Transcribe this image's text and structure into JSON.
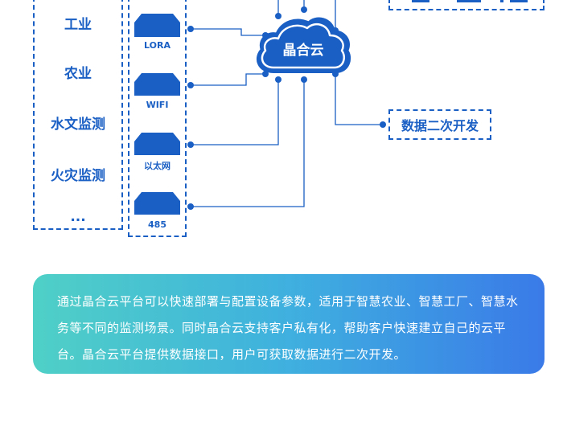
{
  "applications": {
    "items": [
      "工业",
      "农业",
      "水文监测",
      "火灾监测",
      "..."
    ]
  },
  "devices": {
    "items": [
      {
        "label": "LORA",
        "icon": "gateway-icon"
      },
      {
        "label": "WIFI",
        "icon": "gateway-icon"
      },
      {
        "label": "以太网",
        "icon": "gateway-icon"
      },
      {
        "label": "485",
        "icon": "gateway-icon"
      }
    ]
  },
  "cloud": {
    "label": "晶合云"
  },
  "sdk": {
    "label": "数据二次开发"
  },
  "description": {
    "text": "通过晶合云平台可以快速部署与配置设备参数，适用于智慧农业、智慧工厂、智慧水务等不同的监测场景。同时晶合云支持客户私有化，帮助客户快速建立自己的云平台。晶合云平台提供数据接口，用户可获取数据进行二次开发。"
  },
  "colors": {
    "primary": "#1a5fc4",
    "gradient_start": "#4fd0c6",
    "gradient_end": "#3a7ae8"
  }
}
